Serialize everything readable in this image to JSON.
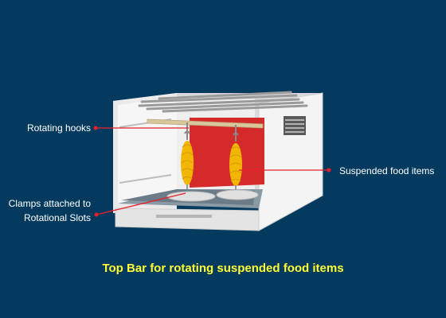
{
  "labels": {
    "rotating_hooks": "Rotating hooks",
    "clamps_line1": "Clamps attached to",
    "clamps_line2": "Rotational Slots",
    "suspended_food": "Suspended food items"
  },
  "caption": "Top Bar for rotating suspended food items",
  "colors": {
    "background": "#053a5f",
    "caption": "#ffff33",
    "leader_line": "#e8202a",
    "back_panel": "#d42a2a",
    "corn": "#f2b705"
  }
}
